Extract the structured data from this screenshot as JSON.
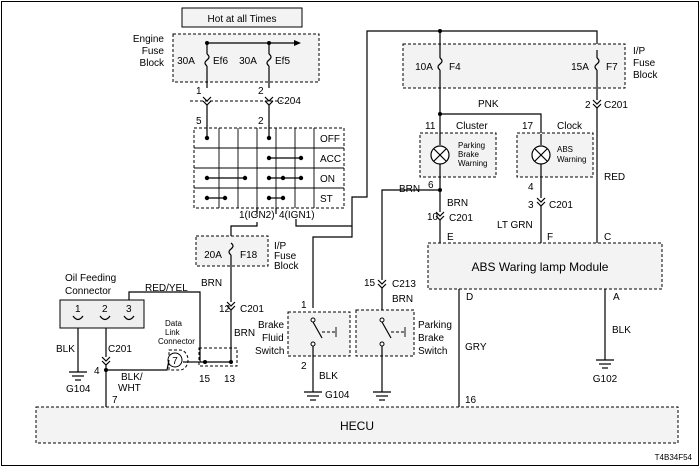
{
  "hot_label": "Hot at all Times",
  "engine_fuse_block": [
    "Engine",
    "Fuse",
    "Block"
  ],
  "ip_fuse_block_top": [
    "I/P",
    "Fuse",
    "Block"
  ],
  "ip_fuse_block_mid": [
    "I/P",
    "Fuse",
    "Block"
  ],
  "fuses": {
    "ef6": {
      "amp": "30A",
      "name": "Ef6"
    },
    "ef5": {
      "amp": "30A",
      "name": "Ef5"
    },
    "f4": {
      "amp": "10A",
      "name": "F4"
    },
    "f7": {
      "amp": "15A",
      "name": "F7"
    },
    "f18": {
      "amp": "20A",
      "name": "F18"
    }
  },
  "connectors": {
    "c204": "C204",
    "c201_top": "C201",
    "c201_cluster": "C201",
    "c201_ltgrn": "C201",
    "c201_f18": "C201",
    "c201_oil": "C201",
    "c213": "C213"
  },
  "pins": {
    "ef6_1": "1",
    "ef5_2": "2",
    "sw_5": "5",
    "sw_2": "2",
    "ign2": "1(IGN2)",
    "ign1": "4(IGN1)",
    "f7_2": "2",
    "cluster_11": "11",
    "cluster_6": "6",
    "cluster_10": "10",
    "clock_17": "17",
    "clock_4": "4",
    "clock_3": "3",
    "f18_12": "12",
    "brake_1": "1",
    "brake_2": "2",
    "pb_15": "15",
    "dlc_7": "7",
    "dlc_15": "15",
    "dlc_13": "13",
    "oil_1": "1",
    "oil_2": "2",
    "oil_3": "3",
    "oil_4": "4",
    "hecu_7": "7",
    "hecu_16": "16"
  },
  "ignition_positions": [
    "OFF",
    "ACC",
    "ON",
    "ST"
  ],
  "wires": {
    "pnk": "PNK",
    "red": "RED",
    "brn1": "BRN",
    "brn2": "BRN",
    "brn3": "BRN",
    "brn4": "BRN",
    "brn5": "BRN",
    "lt_grn": "LT GRN",
    "red_yel": "RED/YEL",
    "blk1": "BLK",
    "blk2": "BLK",
    "blk3": "BLK",
    "blk_wht": [
      "BLK/",
      "WHT"
    ],
    "gry": "GRY"
  },
  "cluster": {
    "title": "Cluster",
    "lamp": [
      "Parking",
      "Brake",
      "Warning"
    ]
  },
  "clock": {
    "title": "Clock",
    "lamp": [
      "ABS",
      "Warning"
    ]
  },
  "abs_module": {
    "title": "ABS Waring lamp Module",
    "pins": {
      "e": "E",
      "f": "F",
      "c": "C",
      "d": "D",
      "a": "A"
    }
  },
  "brake_fluid_switch": [
    "Brake",
    "Fluid",
    "Switch"
  ],
  "parking_brake_switch": [
    "Parking",
    "Brake",
    "Switch"
  ],
  "oil_feeding_connector": [
    "Oil Feeding",
    "Connector"
  ],
  "data_link_connector": [
    "Data",
    "Link",
    "Connector"
  ],
  "grounds": {
    "g104a": "G104",
    "g104b": "G104",
    "g102": "G102"
  },
  "hecu": "HECU",
  "figure_code": "T4B34F54"
}
